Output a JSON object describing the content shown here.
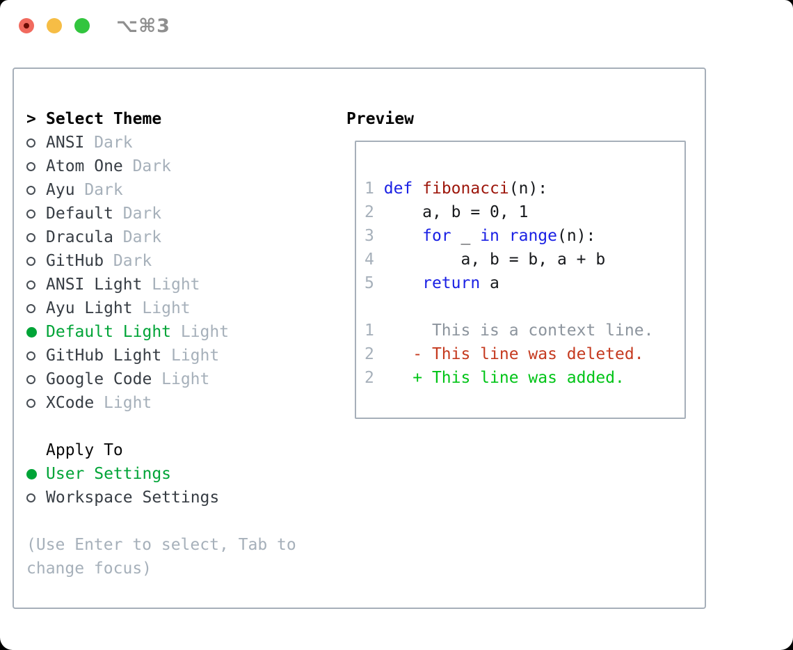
{
  "titlebar": {
    "shortcut": "⌥⌘3",
    "colors": {
      "close": "#f16a5e",
      "close_dot": "#6b0c03",
      "minimize": "#f6bd45",
      "zoom": "#32c53e"
    }
  },
  "palette": {
    "border": "#a6afb9",
    "selected_green": "#00a437",
    "keyword_blue": "#1a20e4",
    "function_red": "#9d160b",
    "deleted_red": "#c53a1f",
    "added_green": "#00c417",
    "muted_gray": "#a6b0ba"
  },
  "theme_picker": {
    "prompt": ">",
    "header": "Select Theme",
    "items": [
      {
        "name": "ANSI",
        "tag": "Dark",
        "selected": false
      },
      {
        "name": "Atom One",
        "tag": "Dark",
        "selected": false
      },
      {
        "name": "Ayu",
        "tag": "Dark",
        "selected": false
      },
      {
        "name": "Default",
        "tag": "Dark",
        "selected": false
      },
      {
        "name": "Dracula",
        "tag": "Dark",
        "selected": false
      },
      {
        "name": "GitHub",
        "tag": "Dark",
        "selected": false
      },
      {
        "name": "ANSI Light",
        "tag": "Light",
        "selected": false
      },
      {
        "name": "Ayu Light",
        "tag": "Light",
        "selected": false
      },
      {
        "name": "Default Light",
        "tag": "Light",
        "selected": true
      },
      {
        "name": "GitHub Light",
        "tag": "Light",
        "selected": false
      },
      {
        "name": "Google Code",
        "tag": "Light",
        "selected": false
      },
      {
        "name": "XCode",
        "tag": "Light",
        "selected": false
      }
    ]
  },
  "apply_to": {
    "header": "Apply To",
    "options": [
      {
        "name": "User Settings",
        "selected": true
      },
      {
        "name": "Workspace Settings",
        "selected": false
      }
    ]
  },
  "hint": "(Use Enter to select, Tab to change focus)",
  "preview": {
    "title": "Preview",
    "lines": [
      {
        "num": "1",
        "segs": [
          {
            "t": " ",
            "c": "pl"
          },
          {
            "t": "def",
            "c": "kw"
          },
          {
            "t": " ",
            "c": "pl"
          },
          {
            "t": "fibonacci",
            "c": "fn"
          },
          {
            "t": "(n):",
            "c": "pl"
          }
        ]
      },
      {
        "num": "2",
        "segs": [
          {
            "t": "     a, b = 0, 1",
            "c": "pl"
          }
        ]
      },
      {
        "num": "3",
        "segs": [
          {
            "t": "     ",
            "c": "pl"
          },
          {
            "t": "for",
            "c": "kw"
          },
          {
            "t": " _ ",
            "c": "pl"
          },
          {
            "t": "in",
            "c": "kw"
          },
          {
            "t": " ",
            "c": "pl"
          },
          {
            "t": "range",
            "c": "kw"
          },
          {
            "t": "(n):",
            "c": "pl"
          }
        ]
      },
      {
        "num": "4",
        "segs": [
          {
            "t": "         a, b = b, a + b",
            "c": "pl"
          }
        ]
      },
      {
        "num": "5",
        "segs": [
          {
            "t": "     ",
            "c": "pl"
          },
          {
            "t": "return",
            "c": "kw"
          },
          {
            "t": " a",
            "c": "pl"
          }
        ]
      },
      {
        "num": "",
        "segs": []
      },
      {
        "num": "1",
        "segs": [
          {
            "t": "      This is a context line.",
            "c": "ctx"
          }
        ]
      },
      {
        "num": "2",
        "segs": [
          {
            "t": "    - This line was deleted.",
            "c": "del"
          }
        ]
      },
      {
        "num": "2",
        "segs": [
          {
            "t": "    + This line was added.",
            "c": "add"
          }
        ]
      }
    ]
  }
}
